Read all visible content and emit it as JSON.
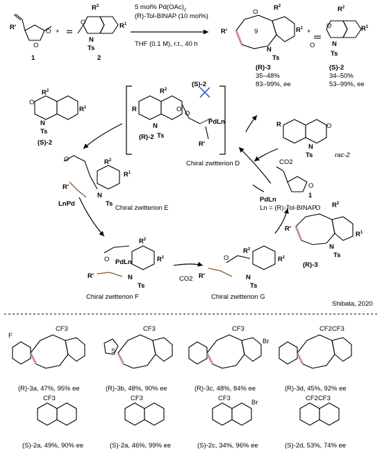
{
  "conditions": {
    "line1": "5 mol% Pd(OAc)",
    "line1_sub": "2",
    "line2": "(R)-Tol-BINAP (10 mol%)",
    "line3": "THF (0.1 M), r.t., 40 h"
  },
  "top": {
    "reactant1": "1",
    "reactant2": "2",
    "plus": "+",
    "plus2": "+",
    "ring_size": "9",
    "product3_label": "(R)-3",
    "product3_yield": "35–48%",
    "product3_ee": "83–99%, ee",
    "product2_label": "(S)-2",
    "product2_yield": "34–50%",
    "product2_ee": "53–99%, ee"
  },
  "atoms": {
    "O": "O",
    "N": "N",
    "Ts": "Ts",
    "R1": "R",
    "R1_sup": "1",
    "R2": "R",
    "R2_sup": "2",
    "Rp": "R'",
    "R": "R"
  },
  "cycle": {
    "s2_left": "(S)-2",
    "r2_bracket": "(R)-2",
    "s2_cross": "(S)-2",
    "pdln": "PdLn",
    "zwitterion_d": "Chiral zwitterion D",
    "rac2": "rac-2",
    "co2_right": "CO2",
    "co2_bottom": "CO2",
    "one": "1",
    "pdln_free": "PdLn",
    "ln_def": "Ln = (R)-Tol-BINAP",
    "zwitterion_e": "Chiral zwitterion E",
    "lnpd": "LnPd",
    "zwitterion_f": "Chiral zwitterion F",
    "zwitterion_g": "Chiral zwitterion G",
    "r3_right": "(R)-3",
    "citation": "Shibata, 2020"
  },
  "examples_row1": [
    {
      "id": "3a",
      "label": "(R)-3a, 47%, 95% ee",
      "substituent": "CF3",
      "aryl": "2-fluorophenyl",
      "extra": "F"
    },
    {
      "id": "3b",
      "label": "(R)-3b, 48%, 90% ee",
      "substituent": "CF3",
      "aryl": "thienyl",
      "extra": "S"
    },
    {
      "id": "3c",
      "label": "(R)-3c, 48%, 84% ee",
      "substituent": "CF3",
      "aryl": "phenyl",
      "extra": "Br"
    },
    {
      "id": "3d",
      "label": "(R)-3d, 45%, 92% ee",
      "substituent": "CF2CF3",
      "aryl": "phenyl",
      "extra": ""
    }
  ],
  "examples_row2": [
    {
      "id": "2a",
      "label": "(S)-2a, 49%, 90% ee",
      "substituent": "CF3",
      "extra": ""
    },
    {
      "id": "2a-b",
      "label": "(S)-2a, 46%, 99% ee",
      "substituent": "CF3",
      "extra": ""
    },
    {
      "id": "2c",
      "label": "(S)-2c, 34%, 96% ee",
      "substituent": "CF3",
      "extra": "Br"
    },
    {
      "id": "2d",
      "label": "(S)-2d, 53%, 74% ee",
      "substituent": "CF2CF3",
      "extra": ""
    }
  ],
  "colors": {
    "bond": "#000000",
    "highlight": "#f0a0b0",
    "allyl": "#8a5a2b",
    "cross": "#3a5fcd"
  }
}
